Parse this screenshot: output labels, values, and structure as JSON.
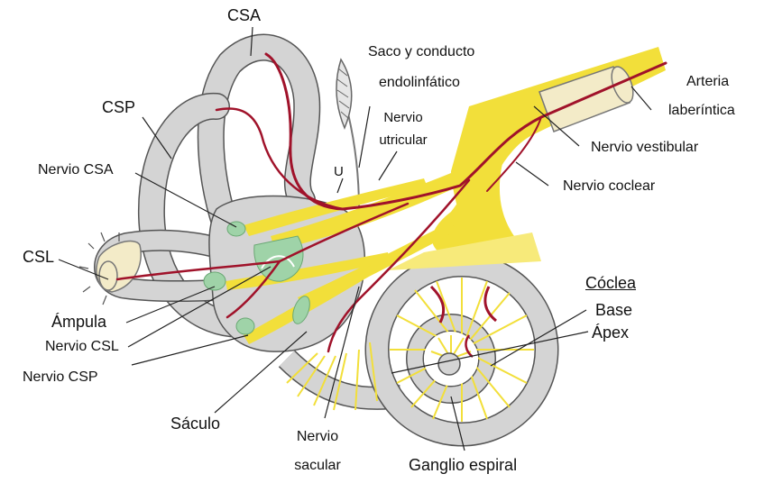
{
  "colors": {
    "bone": "#d4d4d4",
    "bone_outline": "#555555",
    "nerve": "#f2df3a",
    "nerve_light": "#f7ea7a",
    "artery": "#a0122a",
    "sac_green": "#9fd3a8",
    "sheath": "#f3ebc8"
  },
  "labels": {
    "csa": "CSA",
    "csp": "CSP",
    "nervio_csa": "Nervio CSA",
    "u": "U",
    "csl": "CSL",
    "ampula": "Ámpula",
    "nervio_csl": "Nervio CSL",
    "nervio_csp": "Nervio CSP",
    "saculo": "Sáculo",
    "nervio_sacular_1": "Nervio",
    "nervio_sacular_2": "sacular",
    "ganglio_espiral": "Ganglio espiral",
    "saco_1": "Saco y conducto",
    "saco_2": "endolinfático",
    "nervio_utricular_1": "Nervio",
    "nervio_utricular_2": "utricular",
    "arteria_1": "Arteria",
    "arteria_2": "laberíntica",
    "nervio_vestibular": "Nervio vestibular",
    "nervio_coclear": "Nervio coclear",
    "coclea": "Cóclea",
    "base": "Base",
    "apex": "Ápex"
  }
}
